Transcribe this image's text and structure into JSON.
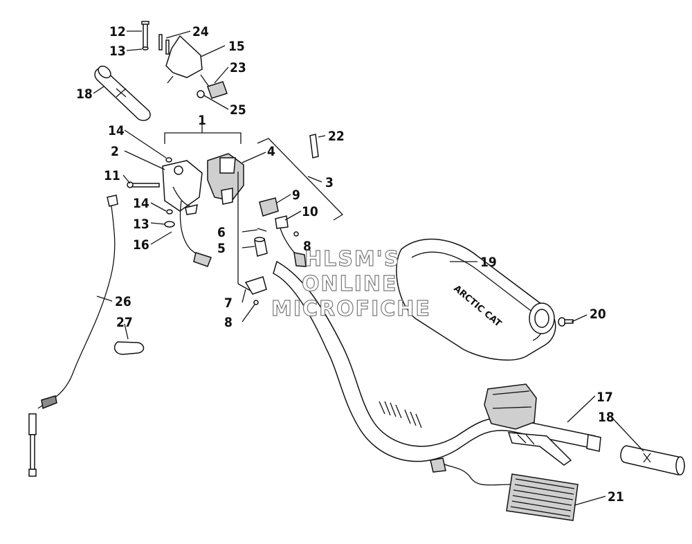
{
  "callouts": {
    "c1": "1",
    "c2": "2",
    "c3": "3",
    "c4": "4",
    "c5": "5",
    "c6": "6",
    "c7": "7",
    "c8a": "8",
    "c8b": "8",
    "c9": "9",
    "c10": "10",
    "c11": "11",
    "c12": "12",
    "c13a": "13",
    "c13b": "13",
    "c14a": "14",
    "c14b": "14",
    "c15": "15",
    "c16": "16",
    "c17": "17",
    "c18a": "18",
    "c18b": "18",
    "c19": "19",
    "c20": "20",
    "c21": "21",
    "c22": "22",
    "c23": "23",
    "c24": "24",
    "c25": "25",
    "c26": "26",
    "c27": "27"
  },
  "watermark": {
    "line1": "HLSM'S",
    "line2": "ONLINE",
    "line3": "MICROFICHE"
  },
  "pad_logo": "ARCTIC CAT"
}
